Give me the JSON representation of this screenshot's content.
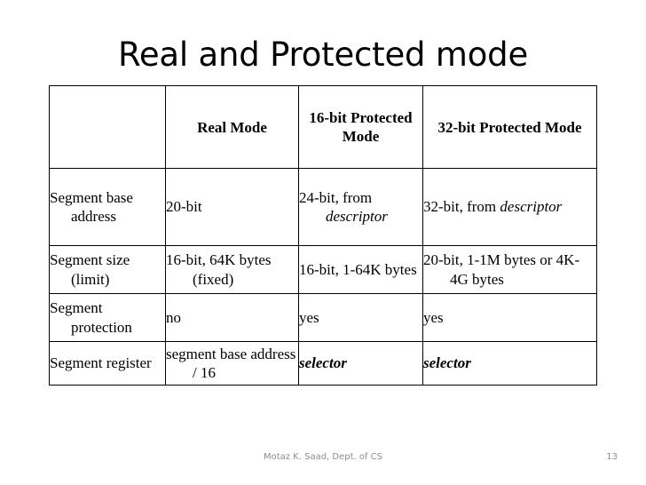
{
  "slide": {
    "title": "Real and Protected mode"
  },
  "table": {
    "headers": [
      "",
      "Real Mode",
      "16-bit Protected Mode",
      "32-bit Protected Mode"
    ],
    "rows": [
      {
        "label": "Segment base address",
        "real_mode": "20-bit",
        "pm16_pre": "24-bit, from ",
        "pm16_em": "descriptor",
        "pm32_pre": "32-bit, from ",
        "pm32_em": "descriptor"
      },
      {
        "label": "Segment size (limit)",
        "real_mode": "16-bit, 64K bytes (fixed)",
        "pm16": "16-bit, 1-64K bytes",
        "pm32": "20-bit, 1-1M bytes or 4K-4G bytes"
      },
      {
        "label": "Segment protection",
        "real_mode": "no",
        "pm16": "yes",
        "pm32": "yes"
      },
      {
        "label": "Segment register",
        "real_mode": "segment base address / 16",
        "pm16": "selector",
        "pm32": "selector"
      }
    ]
  },
  "footer": {
    "author": "Motaz K. Saad, Dept. of CS",
    "page_number": "13"
  },
  "colors": {
    "background": "#ffffff",
    "text": "#000000",
    "border": "#000000",
    "footer_text": "#8e8e8e"
  }
}
